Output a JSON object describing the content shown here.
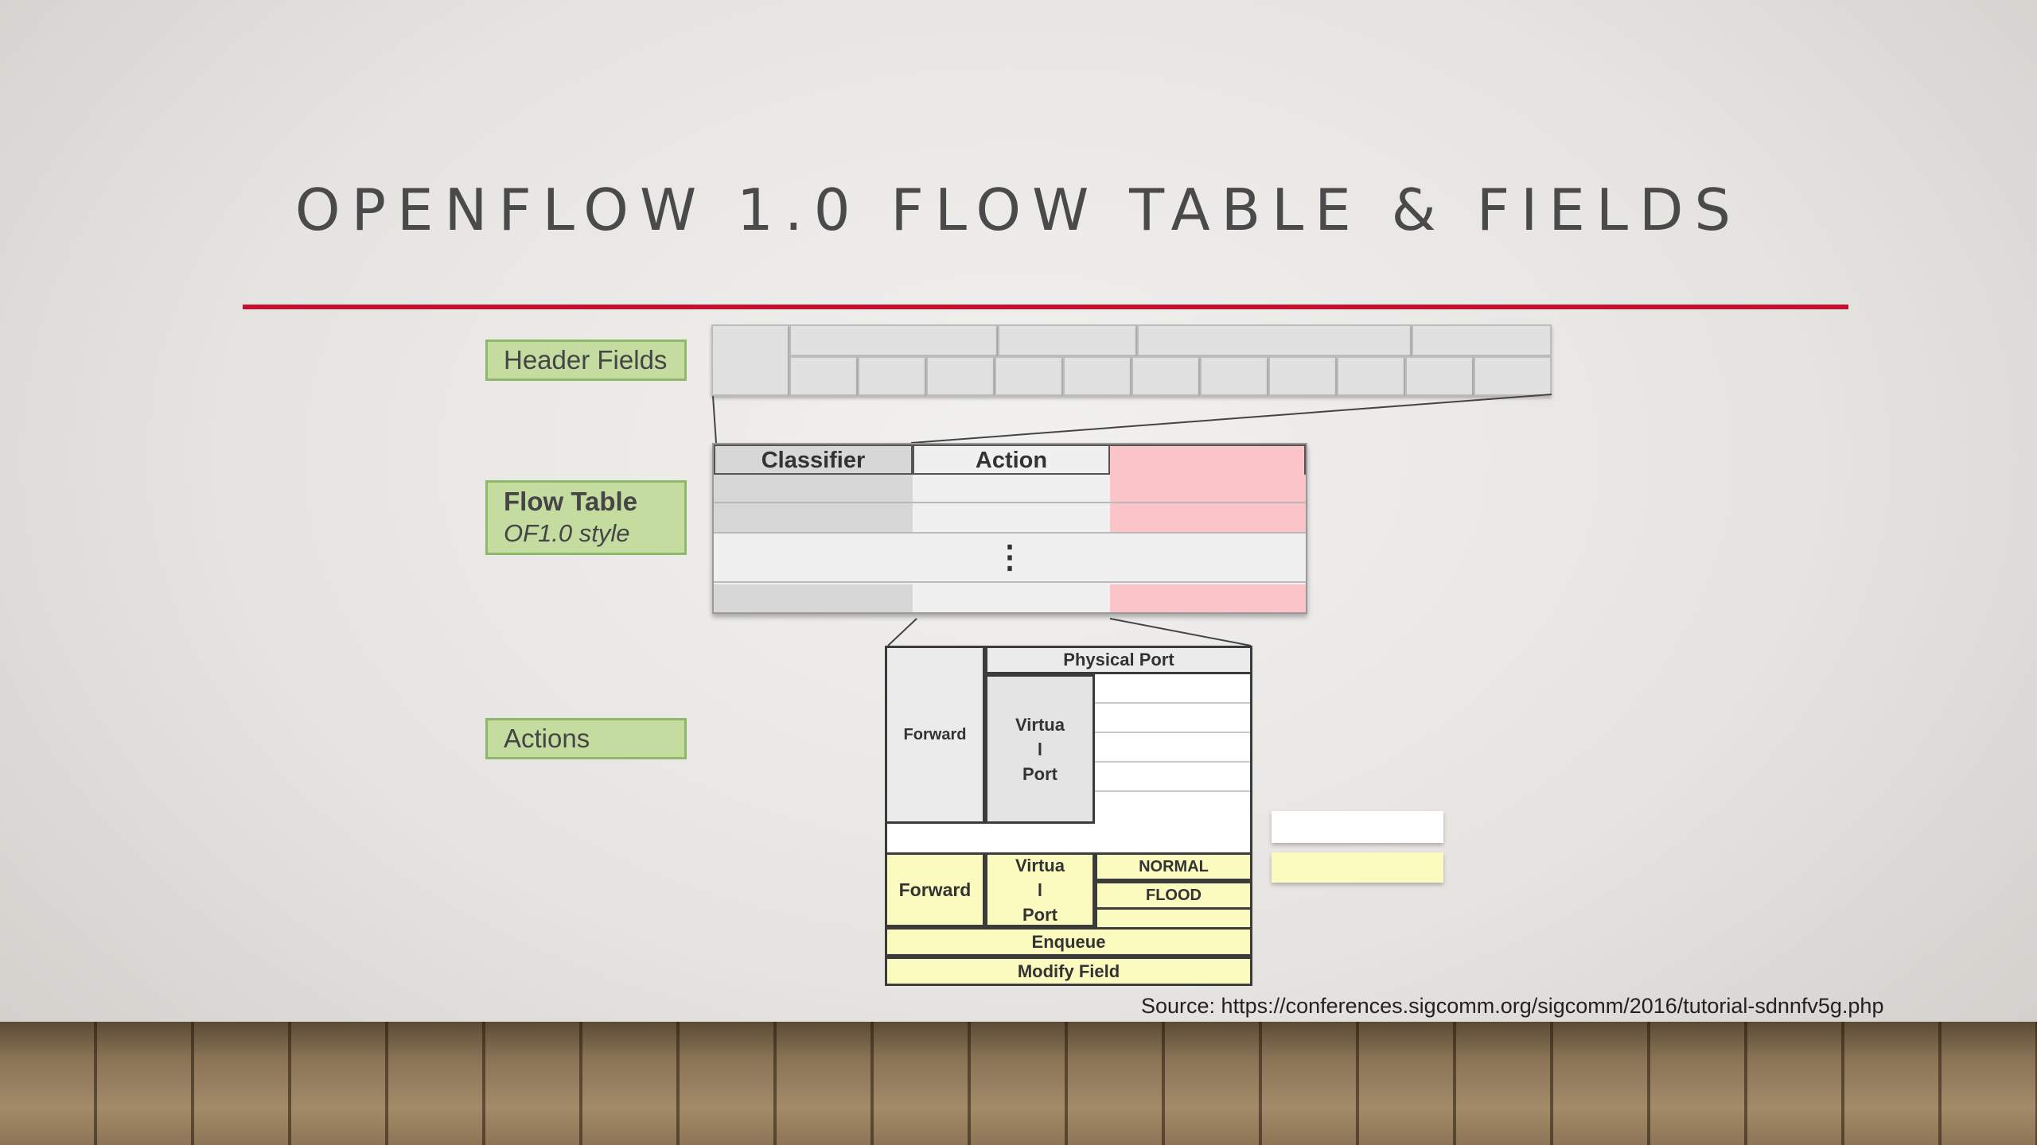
{
  "slide": {
    "title": "OPENFLOW 1.0 FLOW TABLE & FIELDS",
    "source": "Source: https://conferences.sigcomm.org/sigcomm/2016/tutorial-sdnnfv5g.php"
  },
  "labels": {
    "header_fields": "Header Fields",
    "flow_table": "Flow Table",
    "flow_table_style": "OF1.0 style",
    "actions": "Actions"
  },
  "flow_table": {
    "col_classifier": "Classifier",
    "col_action": "Action",
    "ellipsis": "⋮"
  },
  "actions_table": {
    "physical_port": "Physical Port",
    "forward": "Forward",
    "virtual_port_top": "Virtua\nl\nPort",
    "forward_yellow": "Forward",
    "virtual_port_yellow": "Virtua\nl\nPort",
    "normal": "NORMAL",
    "flood": "FLOOD",
    "enqueue": "Enqueue",
    "modify_field": "Modify Field"
  },
  "colors": {
    "accent_rule": "#c8102e",
    "label_green": "#c4dca0",
    "pink": "#fbc4c8",
    "yellow": "#fbfbbf"
  }
}
